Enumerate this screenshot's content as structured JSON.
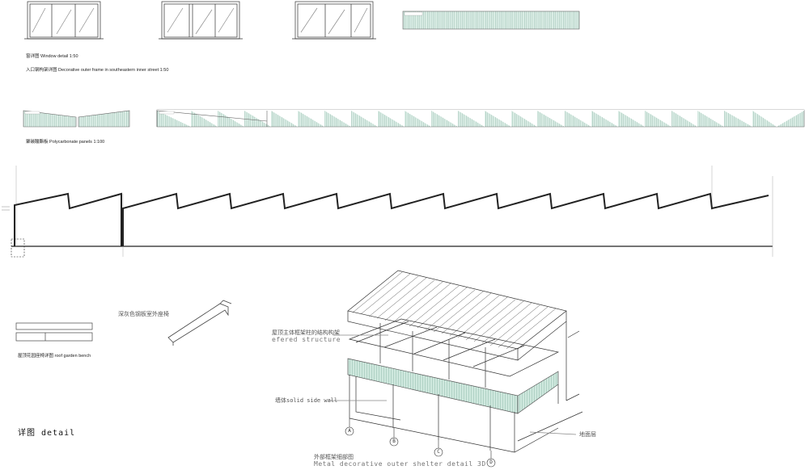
{
  "captions": {
    "window_detail": "窗详图 Window detail 1:50",
    "entrance_frame": "入口钢构架详图 Decorative outer frame in southeastern inner street 1:50",
    "polycarbonate": "聚碳酸酯板 Polycarbonate panels 1:100",
    "bench": "屋顶花园座椅详图 roof garden bench",
    "bench_note": "深灰色钢板室外座椅",
    "structure_cn": "屋顶主体框架柱的结构构架",
    "structure_en": "efered structure",
    "side_wall": "墙体solid side wall",
    "ground_note": "地面层",
    "shelter_cn": "外部框架细部图",
    "shelter_en": "Metal decorative outer shelter detail 3D",
    "detail_title": "详图 detail"
  },
  "grid_markers": [
    "A",
    "B",
    "C",
    "D"
  ],
  "colors": {
    "line": "#333333",
    "glass": "#cfe8de",
    "glass_line": "#8fb8a8"
  }
}
